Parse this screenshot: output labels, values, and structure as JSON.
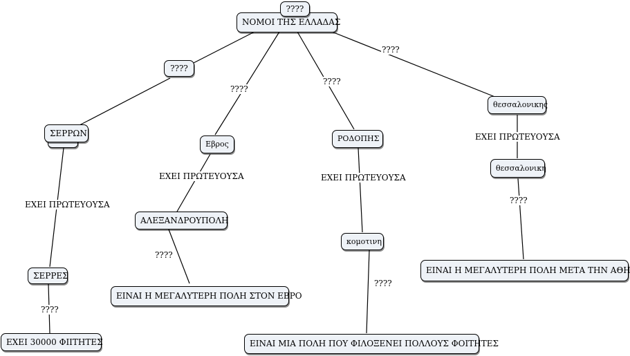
{
  "map": {
    "top_question": "????",
    "root": "ΝΟΜΟΙ ΤΗΣ ΕΛΛΑΔΑΣ",
    "link_q1": "????",
    "link_q2": "????",
    "link_q3": "????",
    "link_q4": "????",
    "serron": {
      "name": "ΣΕΡΡΩΝ",
      "link_capital": "ΕΧΕΙ ΠΡΩΤΕΥΟΥΣΑ",
      "capital": "ΣΕΡΡΕΣ",
      "link_q": "????",
      "fact": "ΕΧΕΙ 30000 ΦΙΙΤΗΤΕΣ"
    },
    "evros": {
      "name": "Εβρος",
      "link_capital": "ΕΧΕΙ ΠΡΩΤΕΥΟΥΣΑ",
      "capital": "ΑΛΕΞΑΝΔΡΟΥΠΟΛΗ",
      "link_q": "????",
      "fact": "ΕΙΝΑΙ Η ΜΕΓΑΛΥΤΕΡΗ ΠΟΛΗ ΣΤΟΝ ΕΒΡΟ"
    },
    "rodopi": {
      "name": "ΡΟΔΟΠΗΣ",
      "link_capital": "ΕΧΕΙ ΠΡΩΤΕΥΟΥΣΑ",
      "capital": "κομοτινη",
      "link_q": "????",
      "fact": "ΕΙΝΑΙ ΜΙΑ ΠΟΛΗ ΠΟΥ ΦΙΛΟΞΕΝΕΙ ΠΟΛΛΟΥΣ ΦΟΙΤΗΤΕΣ"
    },
    "thessaloniki": {
      "name": "θεσσαλονικης",
      "link_capital": "ΕΧΕΙ ΠΡΩΤΕΥΟΥΣΑ",
      "capital": "θεσσαλονικη",
      "link_q": "????",
      "fact": "ΕΙΝΑΙ Η ΜΕΓΑΛΥΤΕΡΗ ΠΟΛΗ ΜΕΤΑ ΤΗΝ ΑΘΗΝΑ"
    }
  }
}
